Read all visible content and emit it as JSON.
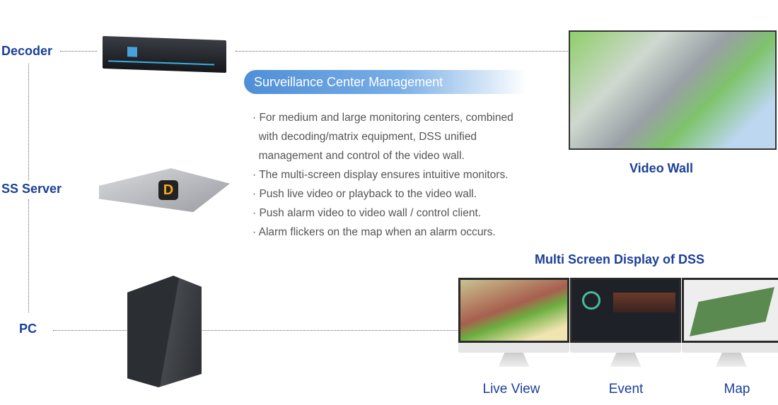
{
  "devices": {
    "decoder": "Decoder",
    "server": "SS Server",
    "pc": "PC"
  },
  "section": {
    "title": "Surveillance Center Management",
    "bullets": [
      "· For medium and large monitoring centers, combined",
      "  with decoding/matrix equipment, DSS unified",
      "  management and control of the video wall.",
      "· The multi-screen display ensures intuitive monitors.",
      "· Push live video or playback to the video wall.",
      "· Push alarm video to video wall / control client.",
      "· Alarm flickers on the map when an alarm occurs."
    ]
  },
  "video_wall": {
    "label": "Video Wall"
  },
  "multi_screen": {
    "title": "Multi Screen Display of DSS",
    "screens": [
      "Live View",
      "Event",
      "Map"
    ]
  },
  "colors": {
    "accent": "#1b3f99",
    "pill": "#4f8fd6"
  }
}
